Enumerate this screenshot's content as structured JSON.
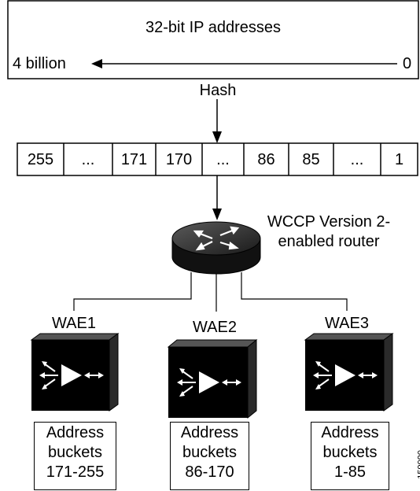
{
  "ip_box": {
    "title": "32-bit IP addresses",
    "range_start": "4 billion",
    "range_end": "0"
  },
  "hash_label": "Hash",
  "bucket_strip": [
    "255",
    "...",
    "171",
    "170",
    "...",
    "86",
    "85",
    "...",
    "1"
  ],
  "router": {
    "label_line1": "WCCP Version 2-",
    "label_line2": "enabled router"
  },
  "waes": [
    {
      "name": "WAE1",
      "buckets_line1": "Address",
      "buckets_line2": "buckets",
      "buckets_line3": "171-255"
    },
    {
      "name": "WAE2",
      "buckets_line1": "Address",
      "buckets_line2": "buckets",
      "buckets_line3": "86-170"
    },
    {
      "name": "WAE3",
      "buckets_line1": "Address",
      "buckets_line2": "buckets",
      "buckets_line3": "1-85"
    }
  ],
  "figure_id": "159090"
}
